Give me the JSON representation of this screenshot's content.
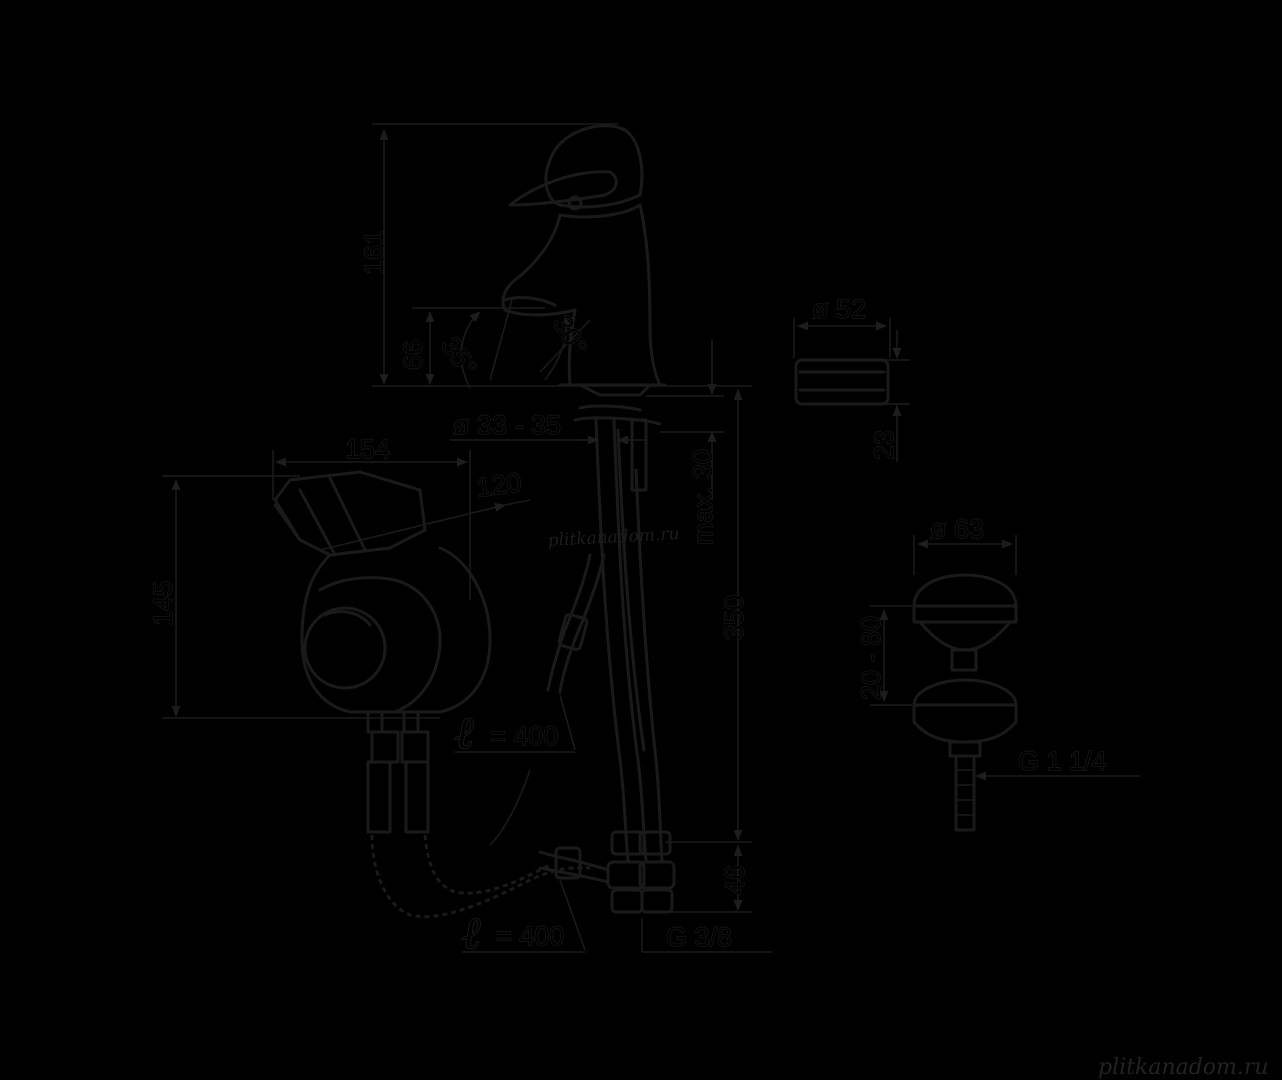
{
  "dimensions": {
    "height_total": "161",
    "height_spout": "66",
    "angle_left": "35°",
    "angle_right": "30°",
    "mount_hole": "ø 33 - 35",
    "max_thickness": "max. 30",
    "hose_length_total": "350",
    "bottom_height": "46",
    "connection_thread": "G 3/8",
    "width_mixer": "154",
    "handle_reach": "120",
    "height_mixer": "145",
    "hose_1_length": "= 400",
    "hose_2_length": "= 400",
    "hose_symbol": "ℓ",
    "aerator_dia": "ø 52",
    "aerator_height": "23",
    "drain_dia": "ø 63",
    "drain_range": "20 - 80",
    "drain_thread": "G 1 1/4"
  },
  "watermarks": {
    "center": "plitkanadom.ru",
    "corner": "plitkanadom.ru"
  }
}
